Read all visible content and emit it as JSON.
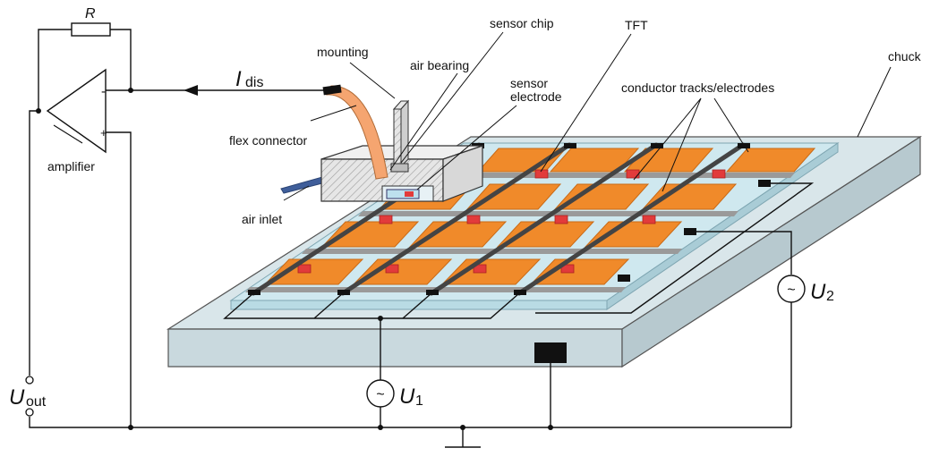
{
  "labels": {
    "resistor": "R",
    "current_main": "I",
    "current_sub": "dis",
    "amplifier": "amplifier",
    "minus": "-",
    "plus": "+",
    "mounting": "mounting",
    "sensor_chip": "sensor chip",
    "air_bearing": "air bearing",
    "sensor_electrode_line1": "sensor",
    "sensor_electrode_line2": "electrode",
    "tft": "TFT",
    "conductor": "conductor tracks/electrodes",
    "chuck": "chuck",
    "flex_connector": "flex connector",
    "air_inlet": "air inlet",
    "u1_main": "U",
    "u1_sub": "1",
    "u2_main": "U",
    "u2_sub": "2",
    "uout_main": "U",
    "uout_sub": "out",
    "source_symbol": "~"
  },
  "colors": {
    "chuck_top": "#d9e6ea",
    "chuck_side": "#bfd0d6",
    "glass": "#cfe8ef",
    "pixel": "#f08a2a",
    "pixel_edge": "#c96a16",
    "tft": "#e23b3b",
    "column_line": "#444444",
    "row_line": "#9a9a9a",
    "flex": "#f5a570",
    "air_inlet": "#3f5e9a"
  },
  "icons": {
    "ac_source": "ac-source-icon",
    "ground": "ground-icon",
    "resistor": "resistor-icon",
    "opamp": "opamp-icon"
  }
}
